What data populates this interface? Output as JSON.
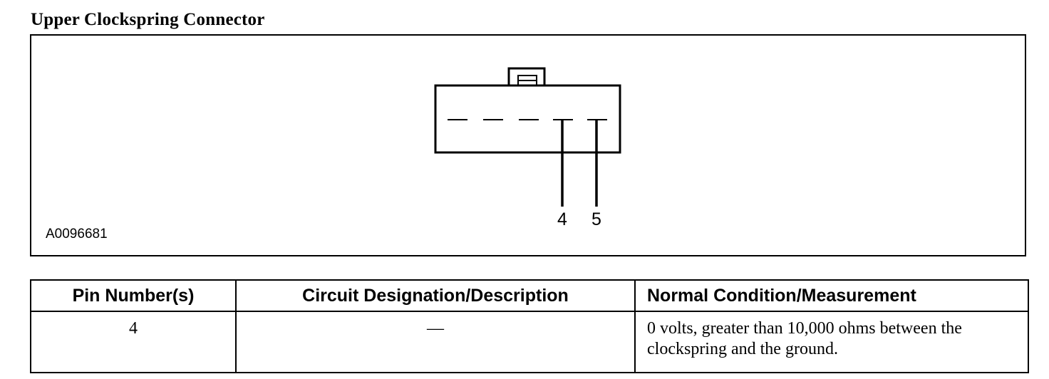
{
  "title": "Upper Clockspring Connector",
  "figure": {
    "id": "A0096681",
    "pins": [
      {
        "label": "4"
      },
      {
        "label": "5"
      }
    ]
  },
  "table": {
    "headers": [
      "Pin Number(s)",
      "Circuit Designation/Description",
      "Normal Condition/Measurement"
    ],
    "rows": [
      {
        "pin": "4",
        "circuit": "—",
        "condition": "0 volts, greater than 10,000 ohms between the clockspring and the ground."
      }
    ]
  }
}
